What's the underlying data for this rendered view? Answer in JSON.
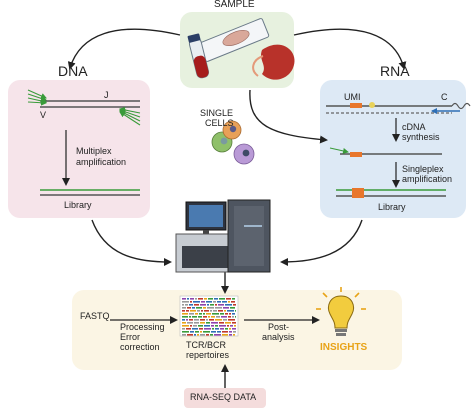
{
  "sample": {
    "title": "SAMPLE"
  },
  "dna": {
    "title": "DNA",
    "gene_v": "V",
    "gene_j": "J",
    "step_line1": "Multiplex",
    "step_line2": "amplification",
    "library": "Library",
    "color": "#f6e4ea"
  },
  "rna": {
    "title": "RNA",
    "umi": "UMI",
    "gene_c": "C",
    "step1_line1": "cDNA",
    "step1_line2": "synthesis",
    "step2_line1": "Singleplex",
    "step2_line2": "amplification",
    "library": "Library",
    "color": "#dde9f5"
  },
  "single_cells": {
    "line1": "SINGLE",
    "line2": "CELLS"
  },
  "analysis": {
    "fastq": "FASTQ",
    "processing_line1": "Processing",
    "processing_line2": "Error",
    "processing_line3": "correction",
    "repertoires_line1": "TCR/BCR",
    "repertoires_line2": "repertoires",
    "post_line1": "Post-",
    "post_line2": "analysis",
    "insights": "INSIGHTS",
    "insights_color": "#e8a317",
    "color": "#fbf5e4"
  },
  "rnaseq": {
    "label": "RNA-SEQ DATA",
    "color": "#f4dcdc"
  },
  "colors": {
    "sample_box": "#e7f1df",
    "primer_green": "#3a9b3a",
    "umi_orange": "#e8762b",
    "arrow_blue": "#2f6fb5"
  }
}
